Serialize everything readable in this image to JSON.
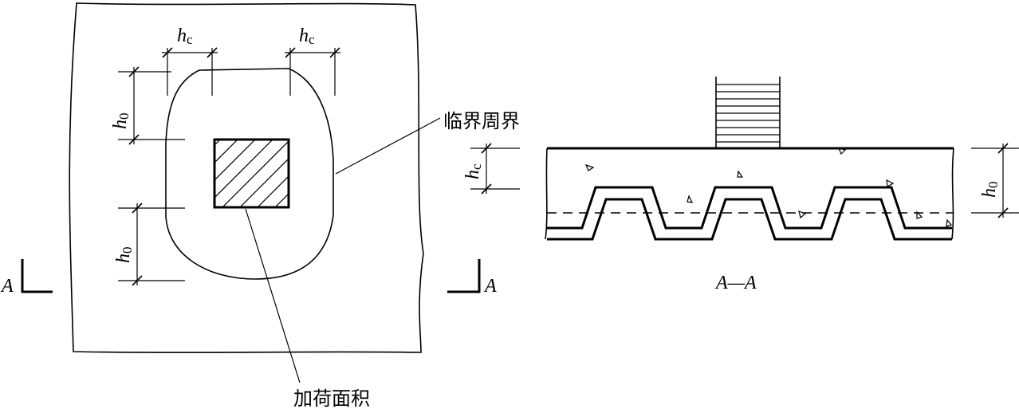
{
  "labels": {
    "critical_perimeter": "临界周界",
    "loaded_area": "加荷面积",
    "section_title": "A—A",
    "section_mark": "A",
    "dim_hc": "h",
    "dim_hc_sub": "c",
    "dim_h0": "h",
    "dim_h0_sub": "0"
  },
  "colors": {
    "line": "#000000",
    "background": "#ffffff"
  }
}
